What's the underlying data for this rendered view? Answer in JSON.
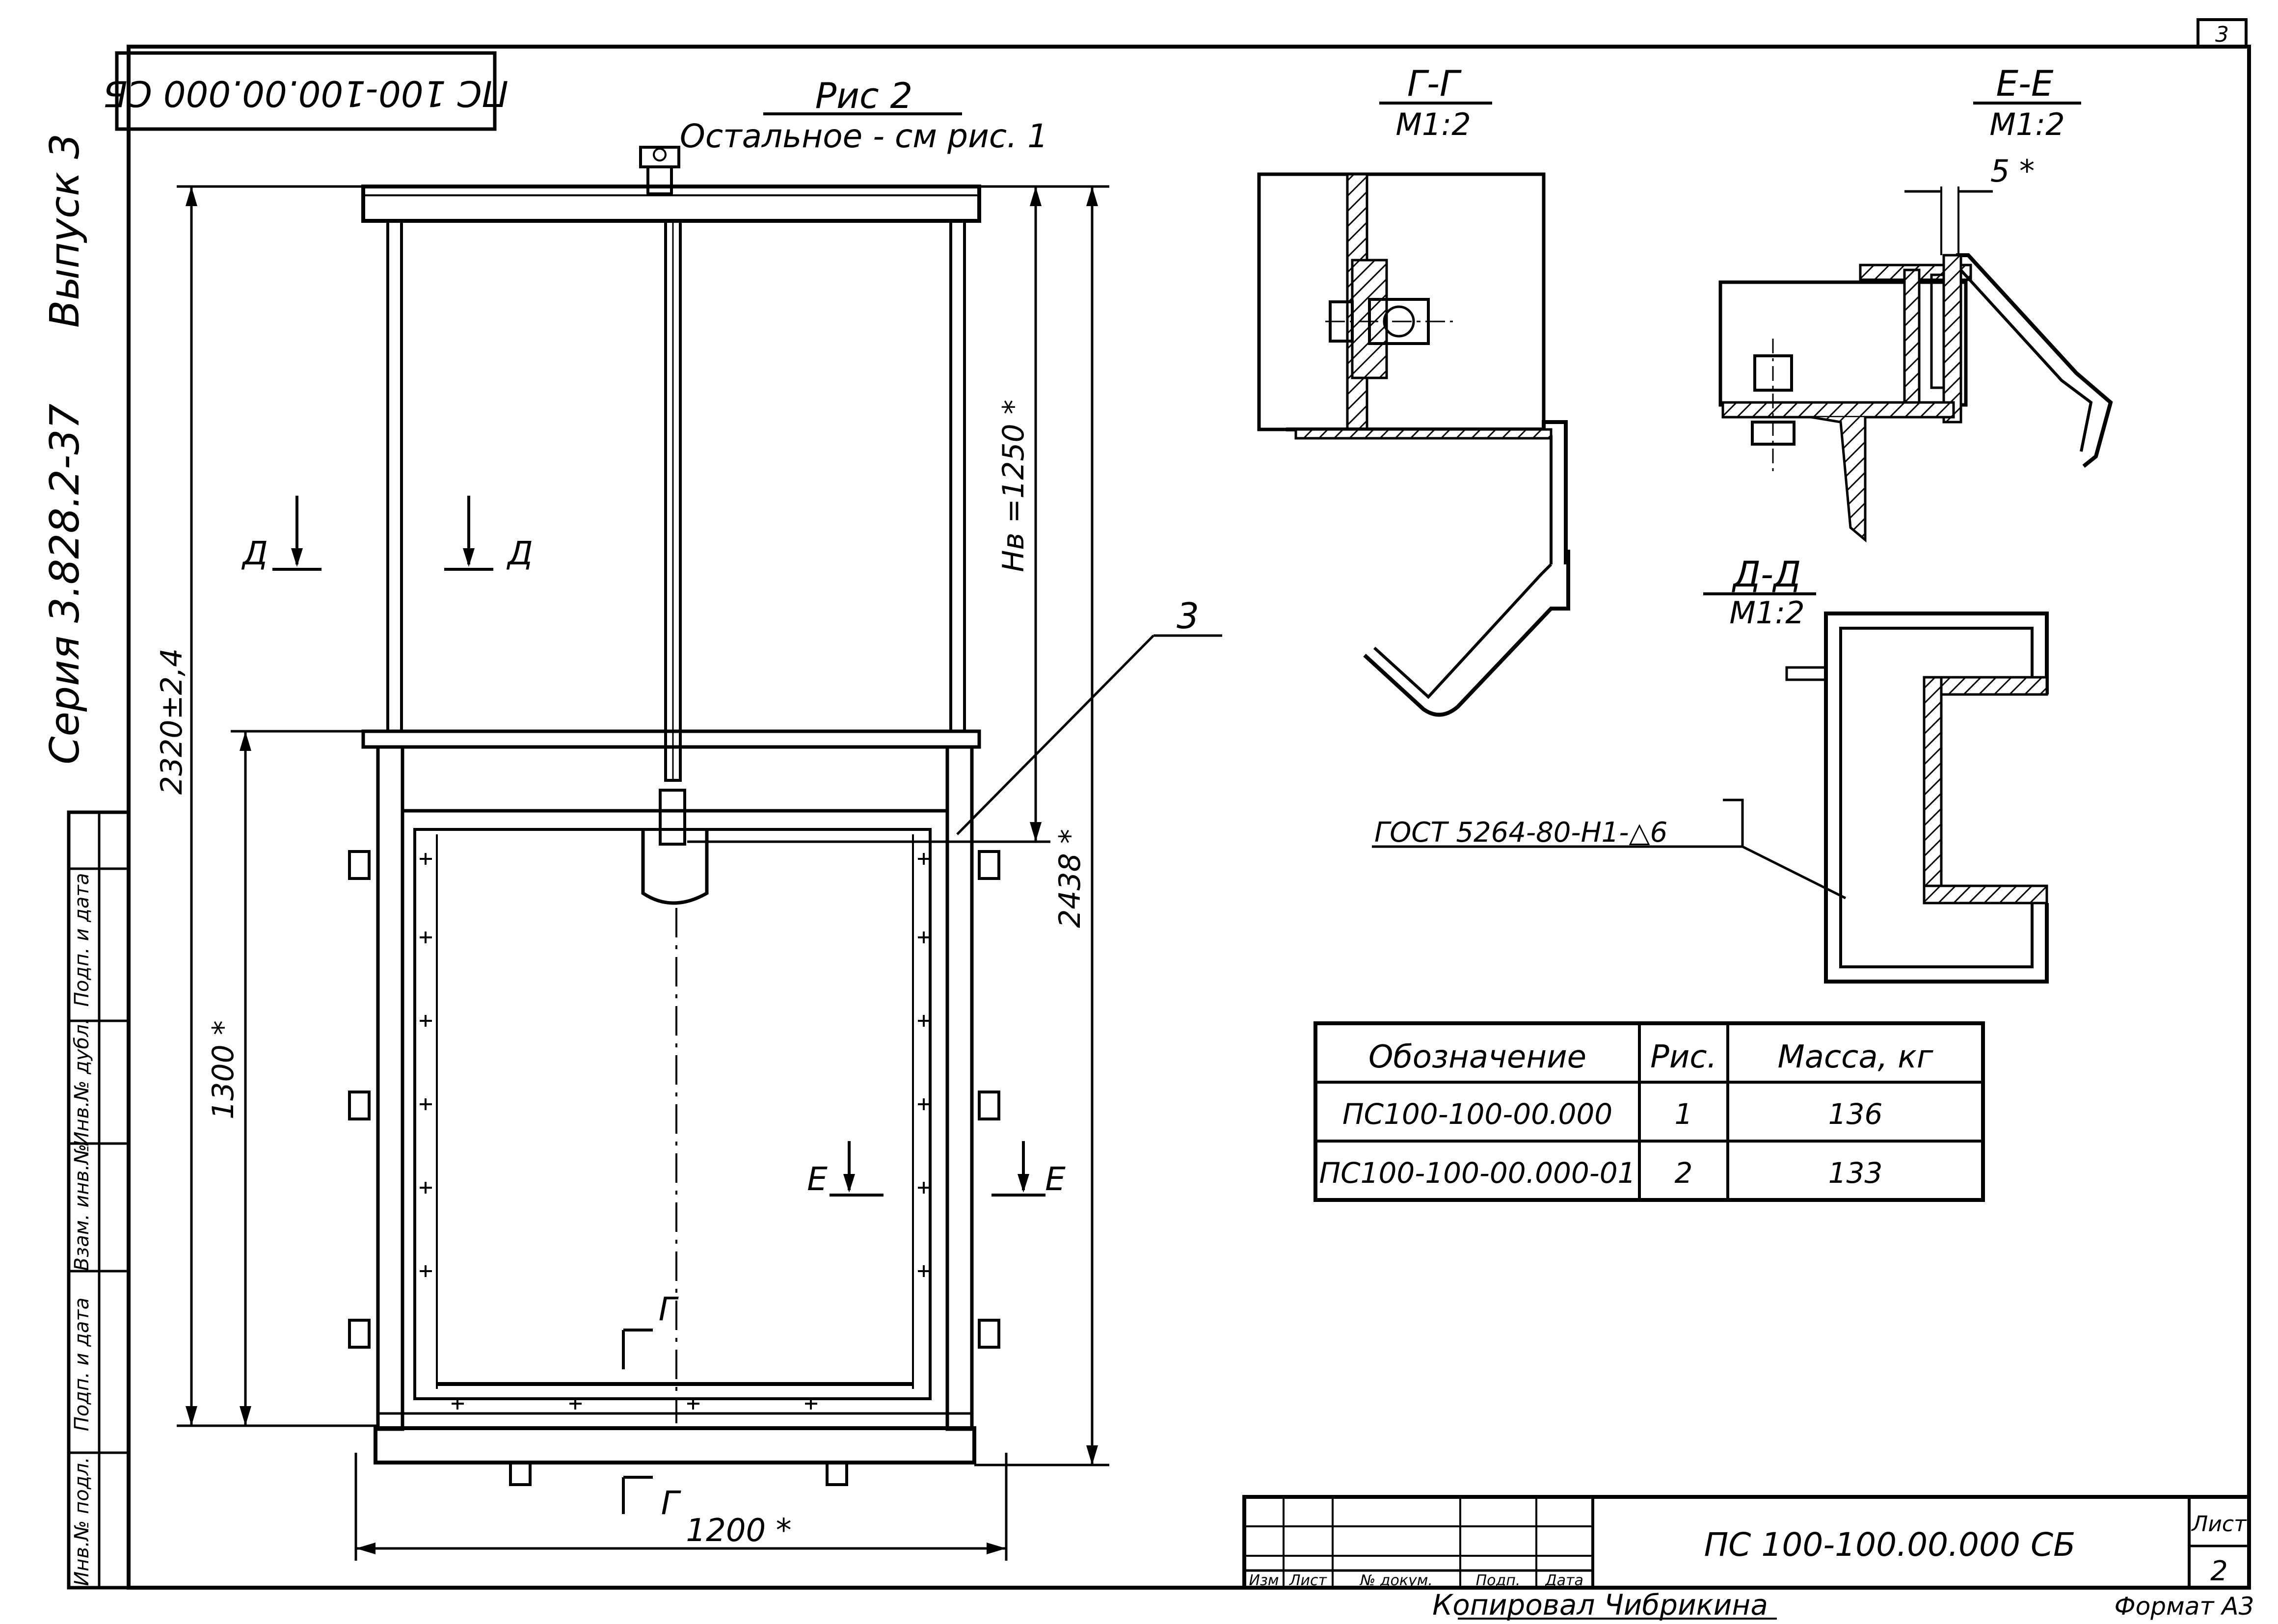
{
  "sheet_number_corner": "3",
  "designation_rotated": "ПС 100-100.00.000 СБ",
  "side_series": "Серия 3.828.2-37",
  "side_issue": "Выпуск 3",
  "side_stamp_cells": [
    "Инв.№ подл.",
    "Подп. и дата",
    "Взам. инв.№",
    "Инв.№ дубл.",
    "Подп. и дата"
  ],
  "figure": {
    "title": "Рис 2",
    "subtitle": "Остальное - см рис. 1"
  },
  "dimensions": {
    "height_total": "2320±2,4",
    "height_he": "Нв =1250 *",
    "height_outer": "2438 *",
    "height_opening": "1300 *",
    "width": "1200 *"
  },
  "callout_number": "3",
  "section_marks": {
    "d_left": "Д",
    "d_right": "Д",
    "e_left": "Е",
    "e_right": "Е",
    "g_top": "Г",
    "g_bottom": "Г"
  },
  "sections": {
    "gg": {
      "name": "Г-Г",
      "scale": "М1:2"
    },
    "ee": {
      "name": "Е-Е",
      "scale": "М1:2",
      "dim": "5 *"
    },
    "dd": {
      "name": "Д-Д",
      "scale": "М1:2"
    }
  },
  "weld_note": "ГОСТ 5264-80-Н1-△6",
  "mass_table": {
    "headers": [
      "Обозначение",
      "Рис.",
      "Масса, кг"
    ],
    "rows": [
      [
        "ПС100-100-00.000",
        "1",
        "136"
      ],
      [
        "ПС100-100-00.000-01",
        "2",
        "133"
      ]
    ]
  },
  "title_block": {
    "designation": "ПС 100-100.00.000 СБ",
    "sheet_label": "Лист",
    "sheet_number": "2",
    "col_headers": [
      "Изм",
      "Лист",
      "№ докум.",
      "Подп.",
      "Дата"
    ],
    "copied_by": "Копировал Чибрикина",
    "format": "Формат А3"
  }
}
